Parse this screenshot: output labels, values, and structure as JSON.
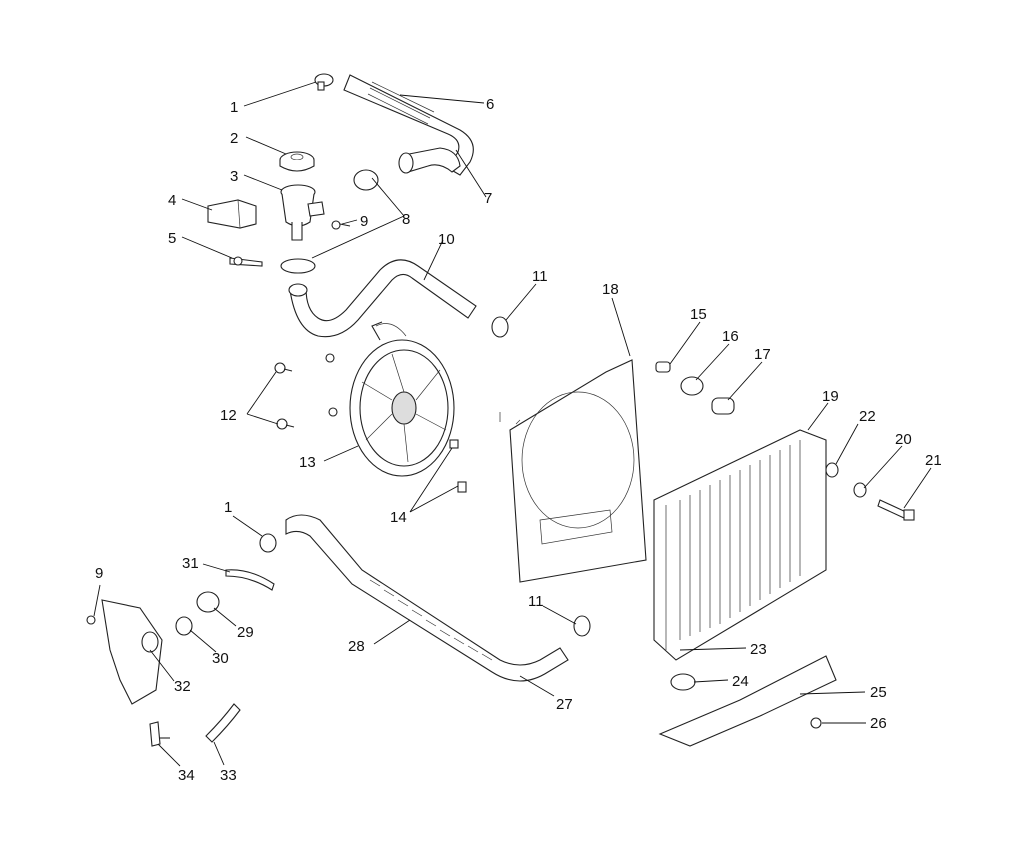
{
  "callouts": [
    "1",
    "2",
    "3",
    "4",
    "5",
    "6",
    "7",
    "8",
    "9",
    "10",
    "11",
    "12",
    "13",
    "14",
    "15",
    "16",
    "17",
    "18",
    "19",
    "20",
    "21",
    "22",
    "23",
    "24",
    "25",
    "26",
    "27",
    "28",
    "29",
    "30",
    "31",
    "32",
    "33",
    "34"
  ],
  "repeat_callouts": {
    "c1b": "1",
    "c9b": "9",
    "c11b": "11"
  }
}
